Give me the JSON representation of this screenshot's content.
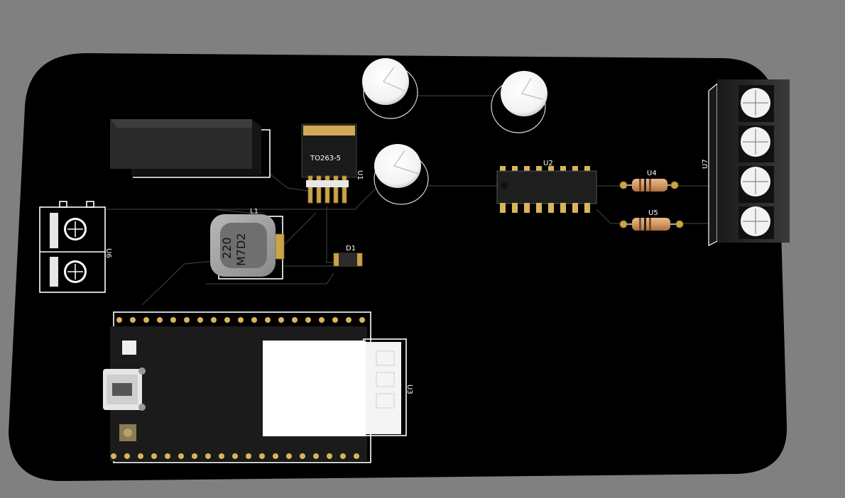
{
  "viewer": {
    "background_color": "#808080",
    "board_color": "#000000",
    "silkscreen_color": "#ffffff",
    "copper_color": "#c9a44a"
  },
  "components": {
    "u1": {
      "designator": "U1",
      "package": "TO263-5"
    },
    "u2": {
      "designator": "U2"
    },
    "u3": {
      "designator": "U3"
    },
    "u4": {
      "designator": "U4"
    },
    "u5": {
      "designator": "U5"
    },
    "u6": {
      "designator": "U6"
    },
    "u7": {
      "designator": "U7"
    },
    "l1": {
      "designator": "L1",
      "marking_line1": "220",
      "marking_line2": "M7D2"
    },
    "d1": {
      "designator": "D1"
    }
  }
}
